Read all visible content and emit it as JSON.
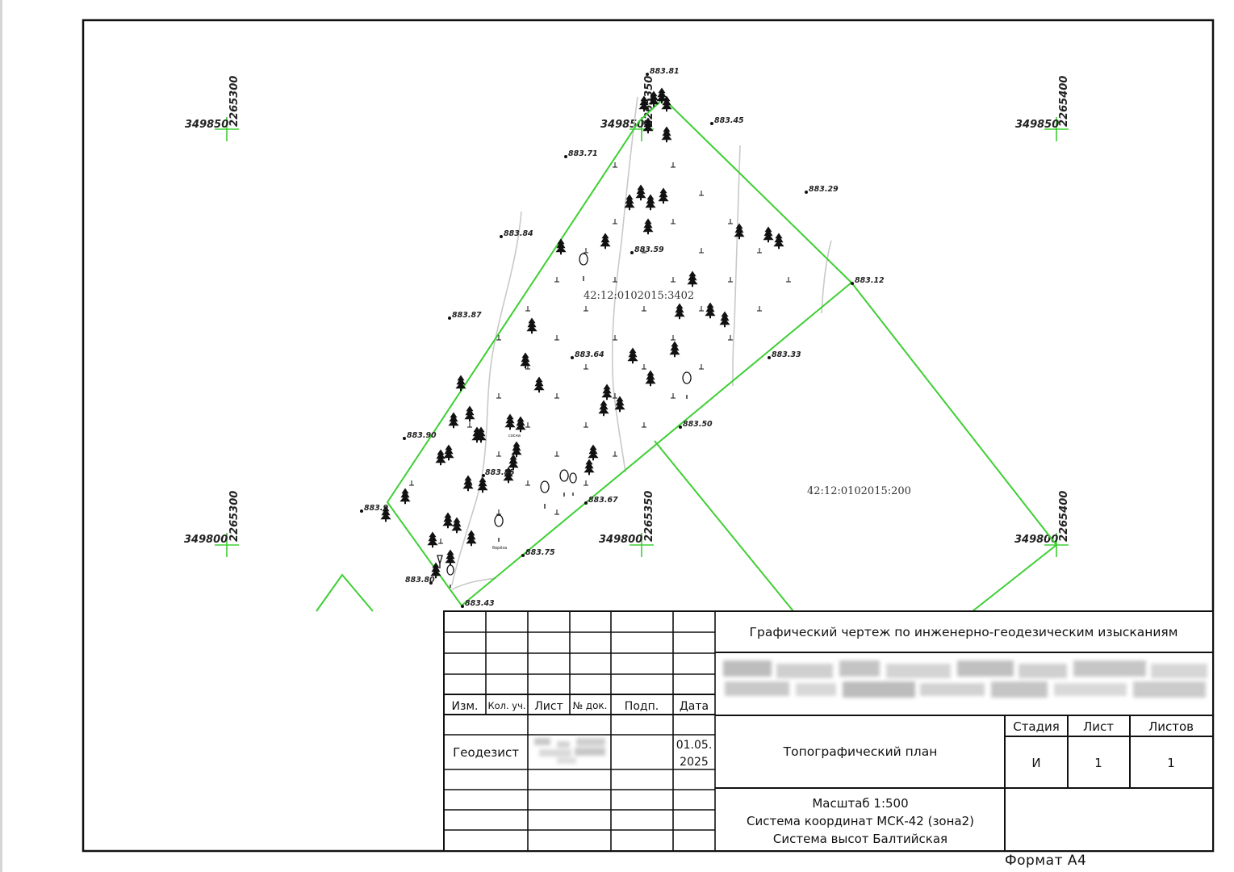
{
  "grid_labels": [
    {
      "id": "tl",
      "e": "349850",
      "n": "2265300"
    },
    {
      "id": "tc",
      "e": "349850",
      "n": "2265350"
    },
    {
      "id": "tr",
      "e": "349850",
      "n": "2265400"
    },
    {
      "id": "bl",
      "e": "349800",
      "n": "2265300"
    },
    {
      "id": "bc",
      "e": "349800",
      "n": "2265350"
    },
    {
      "id": "br",
      "e": "349800",
      "n": "2265400"
    }
  ],
  "elevations": [
    "883.81",
    "883.45",
    "883.71",
    "883.29",
    "883.84",
    "883.59",
    "883.12",
    "883.87",
    "883.64",
    "883.33",
    "883.50",
    "883.90",
    "883.85",
    "883.67",
    "883.9",
    "883.75",
    "883.80",
    "883.43"
  ],
  "parcels": {
    "main": "42:12:0102015:3402",
    "neighbor": "42:12:0102015:200"
  },
  "tree_labels": [
    "берёза",
    "сосна"
  ],
  "title_block": {
    "header_cols": [
      "Изм.",
      "Кол. уч.",
      "Лист",
      "№ док.",
      "Подп.",
      "Дата"
    ],
    "role": "Геодезист",
    "date": "01.05.",
    "year": "2025",
    "doc_title": "Графический чертеж по инженерно-геодезическим изысканиям",
    "sheet_title": "Топографический план",
    "stage_header": "Стадия",
    "sheet_header": "Лист",
    "sheets_header": "Листов",
    "stage_value": "И",
    "sheet_value": "1",
    "sheets_value": "1",
    "scale": "Масштаб 1:500",
    "coord_system": "Система координат МСК-42 (зона2)",
    "height_system": "Система высот Балтийская"
  },
  "format_label": "Формат А4",
  "colors": {
    "boundary": "#3ecf33",
    "frame": "#111111",
    "grid": "#3ecf33",
    "relief": "#c9c9c9"
  }
}
